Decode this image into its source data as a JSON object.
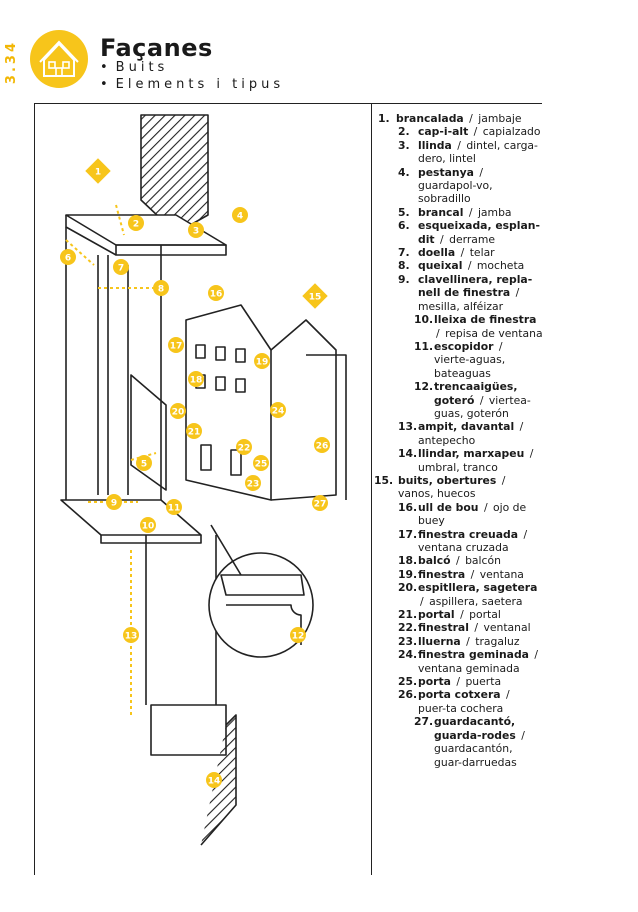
{
  "header": {
    "page_code": "3.34",
    "title": "Façanes",
    "bullet": "•",
    "subtitle_1": "Buits",
    "subtitle_2": "Elements i tipus"
  },
  "colors": {
    "accent": "#f7c51b",
    "ink": "#1a1a1a"
  },
  "illustration": {
    "markers": [
      "1",
      "2",
      "3",
      "4",
      "5",
      "6",
      "7",
      "8",
      "9",
      "10",
      "11",
      "12",
      "13",
      "14",
      "15",
      "16",
      "17",
      "18",
      "19",
      "20",
      "21",
      "22",
      "23",
      "24",
      "25",
      "26",
      "27"
    ]
  },
  "legend": [
    {
      "num": "1.",
      "term": "brancalada",
      "sep": "/",
      "trans": "jambaje",
      "level": 1
    },
    {
      "num": "2.",
      "term": "cap-i-alt",
      "sep": "/",
      "trans": "capialzado",
      "level": 2
    },
    {
      "num": "3.",
      "term": "llinda",
      "sep": "/",
      "trans": "dintel, carga-dero, lintel",
      "level": 2
    },
    {
      "num": "4.",
      "term": "pestanya",
      "sep": "/",
      "trans": "guardapol-vo, sobradillo",
      "level": 2
    },
    {
      "num": "5.",
      "term": "brancal",
      "sep": "/",
      "trans": "jamba",
      "level": 2
    },
    {
      "num": "6.",
      "term": "esqueixada, esplan-dit",
      "sep": "/",
      "trans": "derrame",
      "level": 2
    },
    {
      "num": "7.",
      "term": "doella",
      "sep": "/",
      "trans": "telar",
      "level": 2
    },
    {
      "num": "8.",
      "term": "queixal",
      "sep": "/",
      "trans": "mocheta",
      "level": 2
    },
    {
      "num": "9.",
      "term": "clavellinera, repla-nell de finestra",
      "sep": "/",
      "trans": "mesilla, alféizar",
      "level": 2
    },
    {
      "num": "10.",
      "term": "lleixa de finestra",
      "sep": "/",
      "trans": "repisa de ventana",
      "level": 3
    },
    {
      "num": "11.",
      "term": "escopidor",
      "sep": "/",
      "trans": "vierte-aguas, bateaguas",
      "level": 3
    },
    {
      "num": "12.",
      "term": "trencaaigües, goteró",
      "sep": "/",
      "trans": "viertea-guas, goterón",
      "level": 3
    },
    {
      "num": "13.",
      "term": "ampit, davantal",
      "sep": "/",
      "trans": "antepecho",
      "level": 2
    },
    {
      "num": "14.",
      "term": "llindar, marxapeu",
      "sep": "/",
      "trans": "umbral, tranco",
      "level": 2
    },
    {
      "num": "15.",
      "term": "buits, obertures",
      "sep": "/",
      "trans": "vanos, huecos",
      "level": 15
    },
    {
      "num": "16.",
      "term": "ull de bou",
      "sep": "/",
      "trans": "ojo de buey",
      "level": 2
    },
    {
      "num": "17.",
      "term": "finestra creuada",
      "sep": "/",
      "trans": "ventana cruzada",
      "level": 2
    },
    {
      "num": "18.",
      "term": "balcó",
      "sep": "/",
      "trans": "balcón",
      "level": 2
    },
    {
      "num": "19.",
      "term": "finestra",
      "sep": "/",
      "trans": "ventana",
      "level": 2
    },
    {
      "num": "20.",
      "term": "espitllera, sagetera",
      "sep": "/",
      "trans": "aspillera, saetera",
      "level": 2
    },
    {
      "num": "21.",
      "term": "portal",
      "sep": "/",
      "trans": "portal",
      "level": 2
    },
    {
      "num": "22.",
      "term": "finestral",
      "sep": "/",
      "trans": "ventanal",
      "level": 2
    },
    {
      "num": "23.",
      "term": "lluerna",
      "sep": "/",
      "trans": "tragaluz",
      "level": 2
    },
    {
      "num": "24.",
      "term": "finestra geminada",
      "sep": "/",
      "trans": "ventana geminada",
      "level": 2
    },
    {
      "num": "25.",
      "term": "porta",
      "sep": "/",
      "trans": "puerta",
      "level": 2
    },
    {
      "num": "26.",
      "term": "porta cotxera",
      "sep": "/",
      "trans": "puer-ta cochera",
      "level": 2
    },
    {
      "num": "27.",
      "term": "guardacantó, guarda-rodes",
      "sep": "/",
      "trans": "guardacantón, guar-darruedas",
      "level": 3
    }
  ]
}
